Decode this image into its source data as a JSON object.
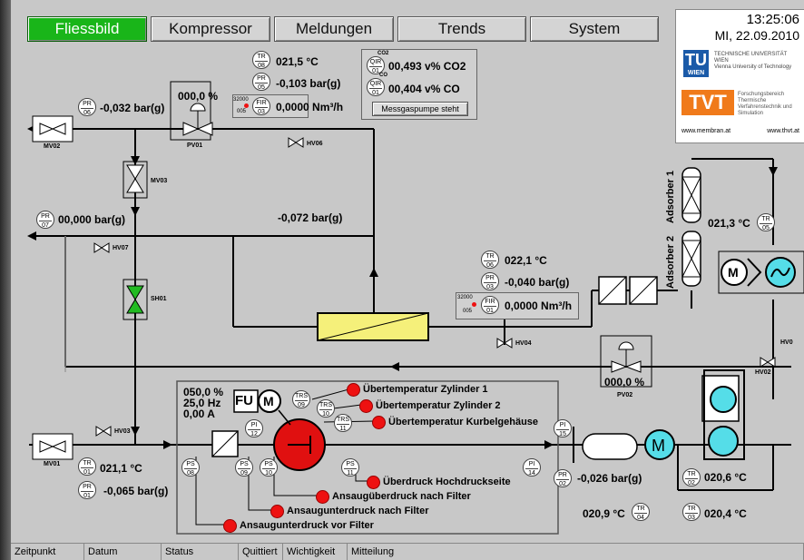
{
  "nav": {
    "tabs": [
      "Fliessbild",
      "Kompressor",
      "Meldungen",
      "Trends",
      "System"
    ],
    "active": "Fliessbild"
  },
  "clock": {
    "time": "13:25:06",
    "date": "MI, 22.09.2010"
  },
  "logo": {
    "tu": "TU",
    "tu_sub": "WIEN",
    "tu_name": "TECHNISCHE UNIVERSITÄT WIEN",
    "tu_eng": "Vienna University of Technology",
    "tvt": "TVT",
    "tvt_name": "Forschungsbereich Thermische Verfahrenstechnik und Simulation",
    "url1": "www.membran.at",
    "url2": "www.thvt.at"
  },
  "tags": {
    "tr08": [
      "TR",
      "08"
    ],
    "pr05": [
      "PR",
      "05"
    ],
    "fir03": [
      "FIR",
      "03"
    ],
    "pr06": [
      "PR",
      "06"
    ],
    "pr07": [
      "PR",
      "07"
    ],
    "qir01a": [
      "QIR",
      "01"
    ],
    "qir01b": [
      "QIR",
      "01"
    ],
    "tr06": [
      "TR",
      "06"
    ],
    "pr03": [
      "PR",
      "03"
    ],
    "fir01": [
      "FIR",
      "01"
    ],
    "tr05": [
      "TR",
      "05"
    ],
    "tr01": [
      "TR",
      "01"
    ],
    "pr01": [
      "PR",
      "01"
    ],
    "pi12": [
      "PI",
      "12"
    ],
    "ps08": [
      "PS",
      "08"
    ],
    "ps09": [
      "PS",
      "09"
    ],
    "ps10": [
      "PS",
      "10"
    ],
    "ps11": [
      "PS",
      "11"
    ],
    "trs09": [
      "TRS",
      "09"
    ],
    "trs10": [
      "TRS",
      "10"
    ],
    "trs11": [
      "TRS",
      "11"
    ],
    "pi15": [
      "PI",
      "15"
    ],
    "pi14": [
      "PI",
      "14"
    ],
    "pr02": [
      "PR",
      "02"
    ],
    "tr02": [
      "TR",
      "02"
    ],
    "tr03": [
      "TR",
      "03"
    ],
    "tr04": [
      "TR",
      "04"
    ]
  },
  "values": {
    "tr08": "021,5 °C",
    "pr05": "-0,103 bar(g)",
    "fir03": "0,0000 Nm³/h",
    "fir03_small": "32000",
    "fir03_small2": "005",
    "pr06": "-0,032 bar(g)",
    "pv01": "000,0 %",
    "pr07": "00,000 bar(g)",
    "mid": "-0,072 bar(g)",
    "co2": "00,493 v% CO2",
    "co": "00,404 v% CO",
    "co2_lbl": "CO2",
    "co_lbl": "CO",
    "pump_btn": "Messgaspumpe steht",
    "tr06": "022,1 °C",
    "pr03": "-0,040 bar(g)",
    "fir01": "0,0000 Nm³/h",
    "fir01_small": "32000",
    "fir01_small2": "005",
    "tr05": "021,3 °C",
    "pv02": "000,0 %",
    "tr01": "021,1 °C",
    "pr01": "-0,065 bar(g)",
    "comp_pct": "050,0 %",
    "comp_hz": "25,0 Hz",
    "comp_a": "0,00 A",
    "pr02": "-0,026 bar(g)",
    "tr02": "020,6 °C",
    "tr03": "020,4 °C",
    "tr04": "020,9 °C"
  },
  "valves": {
    "mv02": "MV02",
    "pv01": "PV01",
    "hv06": "HV06",
    "mv03": "MV03",
    "hv07": "HV07",
    "sh01": "SH01",
    "hv04": "HV04",
    "pv02": "PV02",
    "hv02": "HV02",
    "hv03": "HV03",
    "mv01": "MV01",
    "hv0x": "HV0"
  },
  "equipment": {
    "adsorber1": "Adsorber 1",
    "adsorber2": "Adsorber 2",
    "fu": "FU",
    "m": "M"
  },
  "alarms": [
    "Übertemperatur Zylinder 1",
    "Übertemperatur Zylinder 2",
    "Übertemperatur Kurbelgehäuse",
    "Überdruck Hochdruckseite",
    "Ansaugüberdruck nach Filter",
    "Ansaugunterdruck nach Filter",
    "Ansaugunterdruck vor Filter"
  ],
  "statusbar": [
    "Zeitpunkt",
    "Datum",
    "Status",
    "Quittiert",
    "Wichtigkeit",
    "Mitteilung"
  ],
  "colors": {
    "active_tab": "#19b519",
    "alarm": "#ee1111",
    "sh01": "#22bb22",
    "heater": "#f5f07a",
    "compressor": "#e01010",
    "exchanger": "#55dde8"
  }
}
